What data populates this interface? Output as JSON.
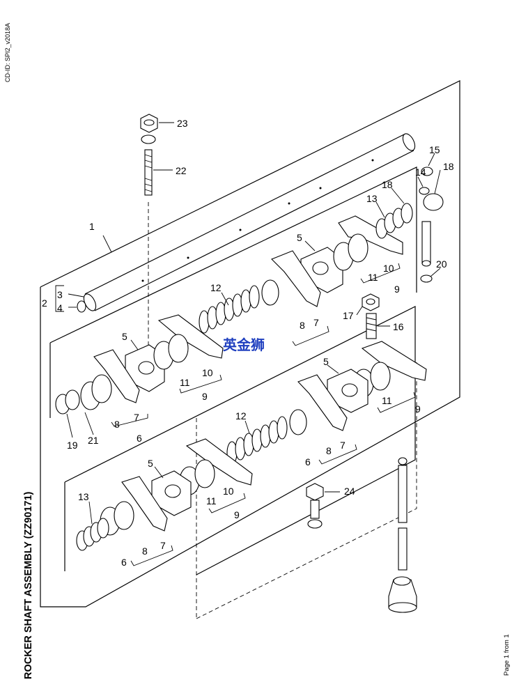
{
  "cd_id": "CD-ID: SPI2_v2018A",
  "title": "ROCKER SHAFT ASSEMBLY (ZZ90171)",
  "page_indicator": "Page 1 from 1",
  "watermark": "英金狮",
  "watermark_color": "#1f3fbf",
  "callouts": {
    "c1": "1",
    "c2": "2",
    "c3": "3",
    "c4": "4",
    "c5a": "5",
    "c5b": "5",
    "c5c": "5",
    "c5d": "5",
    "c6a": "6",
    "c6b": "6",
    "c6c": "6",
    "c7a": "7",
    "c7b": "7",
    "c7c": "7",
    "c7d": "7",
    "c8a": "8",
    "c8b": "8",
    "c8c": "8",
    "c8d": "8",
    "c9a": "9",
    "c9b": "9",
    "c9c": "9",
    "c9d": "9",
    "c10a": "10",
    "c10b": "10",
    "c10c": "10",
    "c11a": "11",
    "c11b": "11",
    "c11c": "11",
    "c11d": "11",
    "c12a": "12",
    "c12b": "12",
    "c13a": "13",
    "c13b": "13",
    "c14": "14",
    "c15": "15",
    "c16": "16",
    "c17": "17",
    "c18a": "18",
    "c18b": "18",
    "c19": "19",
    "c20": "20",
    "c21": "21",
    "c22": "22",
    "c23": "23",
    "c24": "24"
  }
}
